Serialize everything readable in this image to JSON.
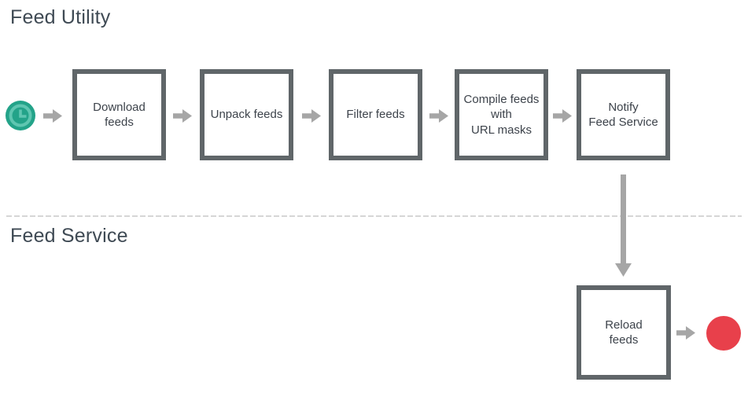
{
  "titles": {
    "utility": "Feed Utility",
    "service": "Feed Service"
  },
  "colors": {
    "teal": "#23a389",
    "teal_light": "#5fc6b1",
    "red": "#e8404b",
    "border": "#606669",
    "arrow": "#a6a6a6",
    "text": "#3d434b",
    "title": "#3f4a54",
    "dash": "#d6d6d6"
  },
  "icons": {
    "start": "clock-icon",
    "end": "stop-circle-icon",
    "connector": "arrow-right-icon",
    "cross_lane_connector": "arrow-down-icon"
  },
  "boxes": [
    {
      "id": "download-feeds",
      "lines": [
        "Download",
        "feeds"
      ]
    },
    {
      "id": "unpack-feeds",
      "lines": [
        "Unpack feeds"
      ]
    },
    {
      "id": "filter-feeds",
      "lines": [
        "Filter feeds"
      ]
    },
    {
      "id": "compile-feeds",
      "lines": [
        "Compile feeds",
        "with",
        "URL masks"
      ]
    },
    {
      "id": "notify-feed-service",
      "lines": [
        "Notify",
        "Feed Service"
      ]
    },
    {
      "id": "reload-feeds",
      "lines": [
        "Reload",
        "feeds"
      ]
    }
  ]
}
